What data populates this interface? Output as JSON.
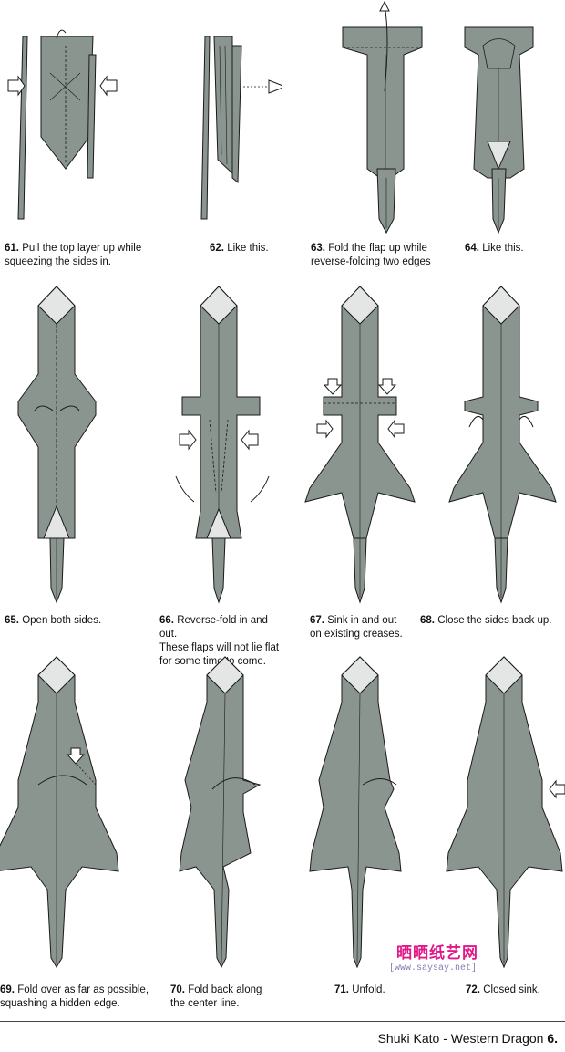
{
  "steps": [
    {
      "num": "61.",
      "text": [
        "Pull the top layer up while",
        "squeezing the sides in."
      ]
    },
    {
      "num": "62.",
      "text": [
        "Like this."
      ]
    },
    {
      "num": "63.",
      "text": [
        "Fold the flap up while",
        "reverse-folding two edges"
      ]
    },
    {
      "num": "64.",
      "text": [
        "Like this."
      ]
    },
    {
      "num": "65.",
      "text": [
        "Open both sides."
      ]
    },
    {
      "num": "66.",
      "text": [
        "Reverse-fold in and out.",
        "These flaps will not lie flat",
        "for some time to come."
      ]
    },
    {
      "num": "67.",
      "text": [
        "Sink in and out",
        "on existing creases."
      ]
    },
    {
      "num": "68.",
      "text": [
        "Close the sides back up."
      ]
    },
    {
      "num": "69.",
      "text": [
        "Fold over as far as possible,",
        "squashing a hidden edge."
      ]
    },
    {
      "num": "70.",
      "text": [
        "Fold back along",
        "the center line."
      ]
    },
    {
      "num": "71.",
      "text": [
        "Unfold."
      ]
    },
    {
      "num": "72.",
      "text": [
        "Closed sink."
      ]
    }
  ],
  "footer": {
    "credit": "Shuki Kato - Western Dragon ",
    "page": "6."
  },
  "watermark": {
    "title": "晒晒纸艺网",
    "url": "[www.saysay.net]"
  },
  "colors": {
    "paper": "#8a9590",
    "paper_light": "#e4e6e5",
    "line": "#1a1a1a"
  }
}
